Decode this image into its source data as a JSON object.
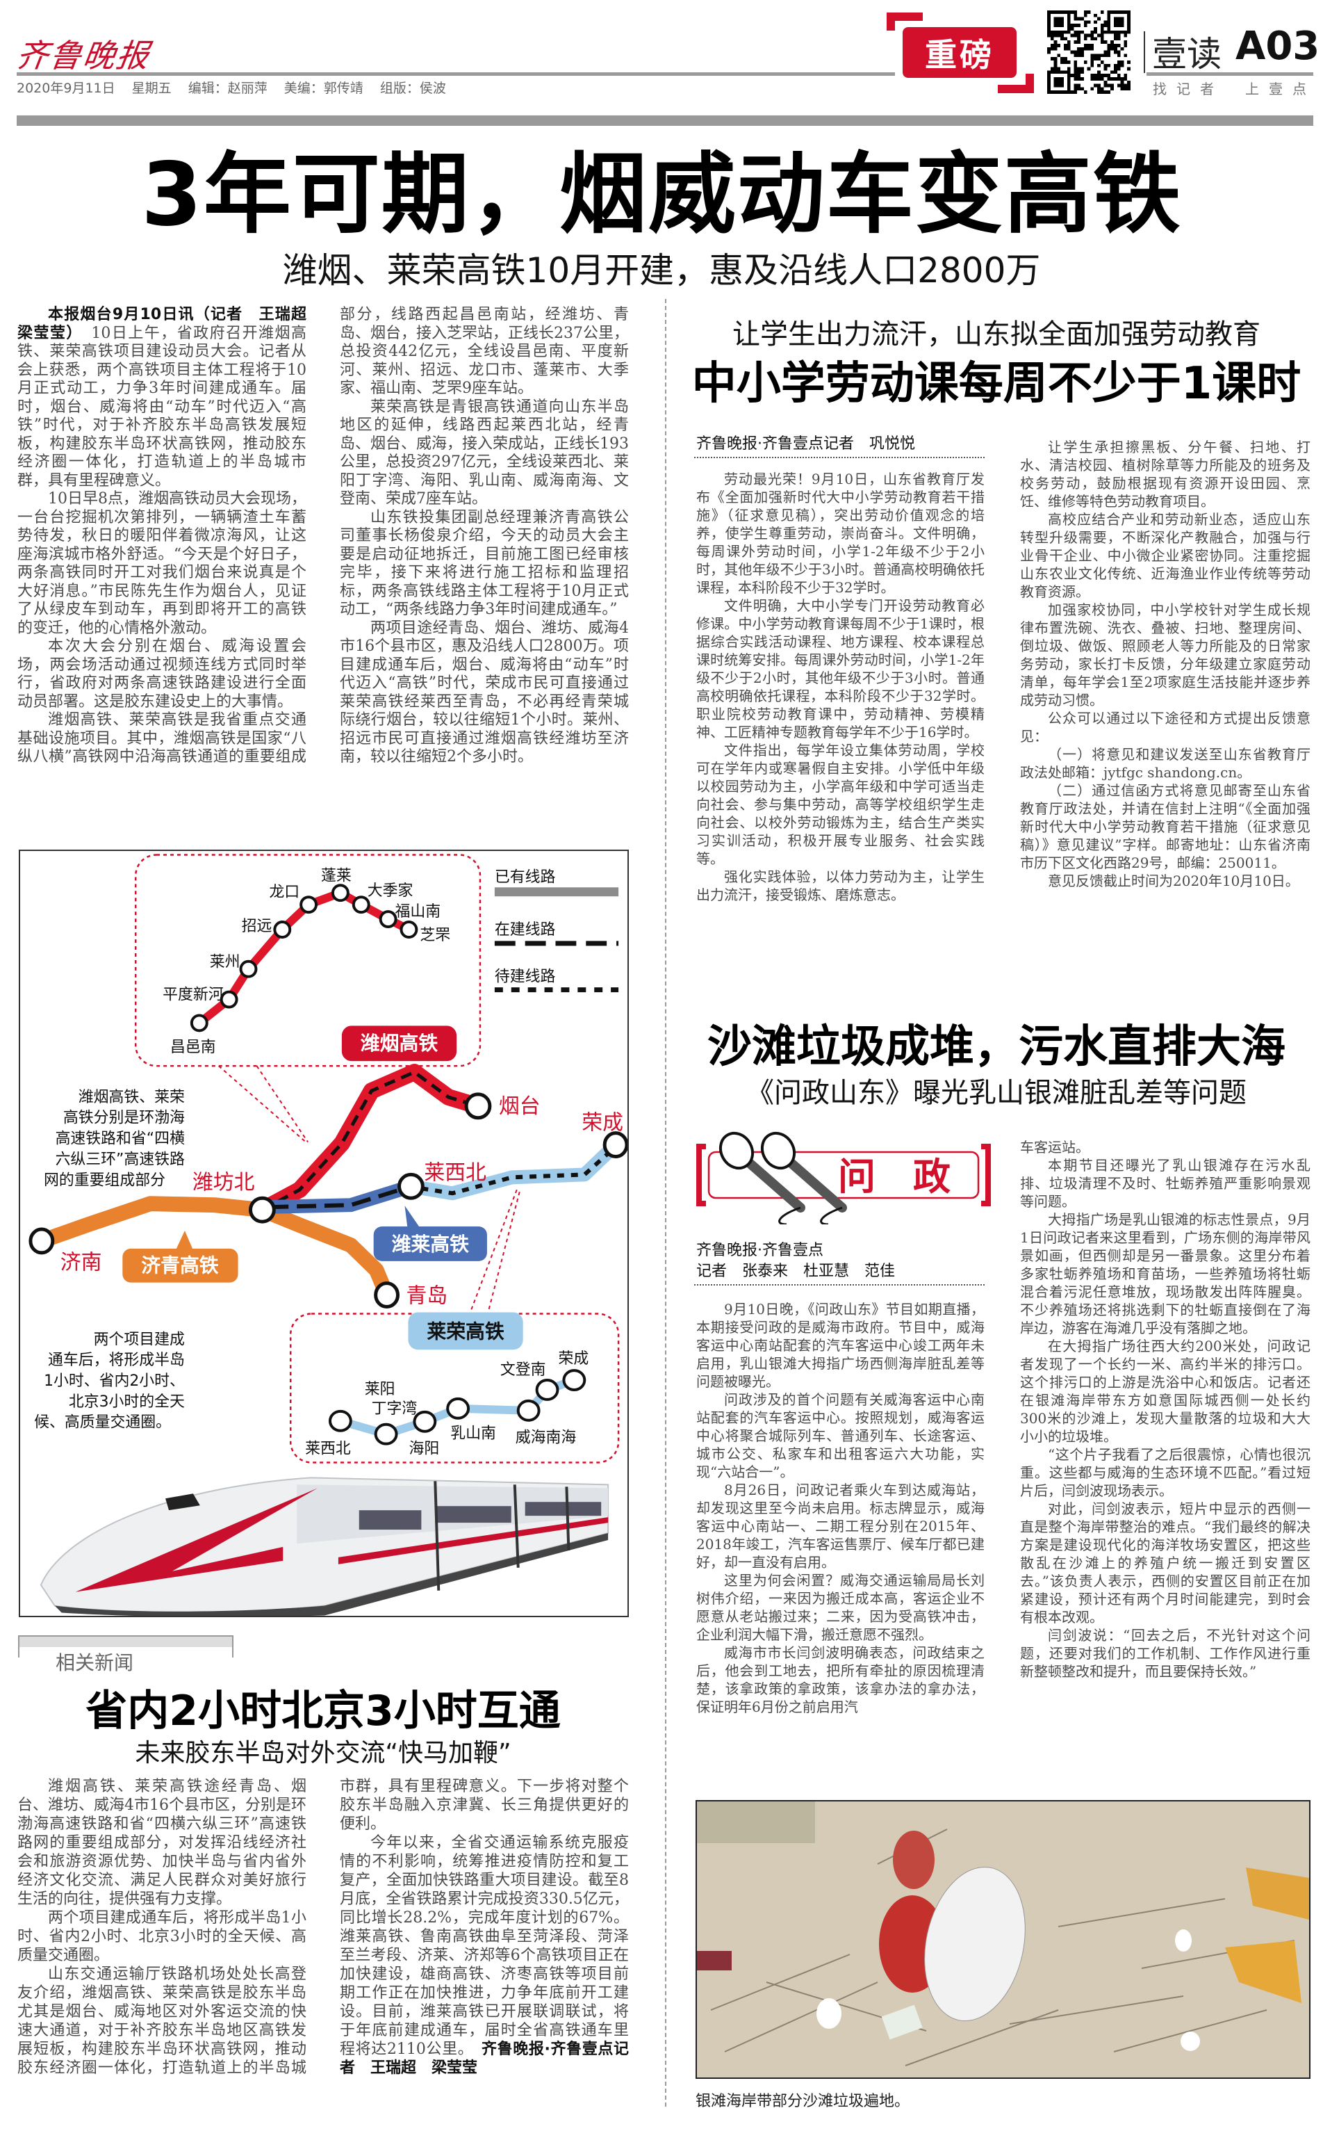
{
  "masthead": {
    "logo": "齐鲁晚报",
    "date": "2020年9月11日",
    "weekday": "星期五",
    "editor": "编辑：赵丽萍",
    "designer": "美编：郭传靖",
    "layout": "组版：侯波",
    "section_tag": "重磅",
    "section_name": "壹读",
    "page_no": "A03",
    "slogan_left": "找记者",
    "slogan_right": "上壹点"
  },
  "lead": {
    "headline": "3年可期，烟威动车变高铁",
    "subheadline": "潍烟、莱荣高铁10月开建，惠及沿线人口2800万",
    "dateline": "本报烟台9月10日讯（记者　王瑞超　梁莹莹）",
    "paragraphs": [
      "10日上午，省政府召开潍烟高铁、莱荣高铁项目建设动员大会。记者从会上获悉，两个高铁项目主体工程将于10月正式动工，力争3年时间建成通车。届时，烟台、威海将由“动车”时代迈入“高铁”时代，对于补齐胶东半岛高铁发展短板，构建胶东半岛环状高铁网，推动胶东经济圈一体化，打造轨道上的半岛城市群，具有里程碑意义。",
      "10日早8点，潍烟高铁动员大会现场，一台台挖掘机次第排列，一辆辆渣土车蓄势待发，秋日的暖阳伴着微凉海风，让这座海滨城市格外舒适。“今天是个好日子，两条高铁同时开工对我们烟台来说真是个大好消息。”市民陈先生作为烟台人，见证了从绿皮车到动车，再到即将开工的高铁的变迁，他的心情格外激动。",
      "本次大会分别在烟台、威海设置会场，两会场活动通过视频连线方式同时举行，省政府对两条高速铁路建设进行全面动员部署。这是胶东建设史上的大事情。",
      "潍烟高铁、莱荣高铁是我省重点交通基础设施项目。其中，潍烟高铁是国家“八纵八横”高铁网中沿海高铁通道的重要组成部分，线路西起昌邑南站，经潍坊、青岛、烟台，接入芝罘站，正线长237公里，总投资442亿元，全线设昌邑南、平度新河、莱州、招远、龙口市、蓬莱市、大季家、福山南、芝罘9座车站。",
      "莱荣高铁是青银高铁通道向山东半岛地区的延伸，线路西起莱西北站，经青岛、烟台、威海，接入荣成站，正线长193公里，总投资297亿元，全线设莱西北、莱阳丁字湾、海阳、乳山南、威海南海、文登南、荣成7座车站。",
      "山东铁投集团副总经理兼济青高铁公司董事长杨俊泉介绍，今天的动员大会主要是启动征地拆迁，目前施工图已经审核完毕，接下来将进行施工招标和监理招标，两条高铁线路主体工程将于10月正式动工，“两条线路力争3年时间建成通车。”",
      "两项目途经青岛、烟台、潍坊、威海4市16个县市区，惠及沿线人口2800万。项目建成通车后，烟台、威海将由“动车”时代迈入“高铁”时代，荣成市民可直接通过莱荣高铁经莱西至青岛，不必再经青荣城际绕行烟台，较以往缩短1个小时。莱州、招远市民可直接通过潍烟高铁经潍坊至济南，较以往缩短2个多小时。"
    ]
  },
  "map": {
    "legend": {
      "existing": "已有线路",
      "building": "在建线路",
      "planned": "待建线路"
    },
    "weiyan_label": "潍烟高铁",
    "weiyan_stations": [
      "昌邑南",
      "平度新河",
      "莱州",
      "招远",
      "龙口",
      "蓬莱",
      "大季家",
      "福山南",
      "芝罘"
    ],
    "cities": {
      "weifang": "潍坊北",
      "jinan": "济南",
      "qingdao": "青岛",
      "yantai": "烟台",
      "laixi": "莱西北",
      "rongcheng": "荣成"
    },
    "jiqing_label": "济青高铁",
    "weilai_label": "潍莱高铁",
    "note1": [
      "潍烟高铁、莱荣",
      "高铁分别是环渤海",
      "高速铁路和省“四横",
      "六纵三环”高速铁路",
      "网的重要组成部分"
    ],
    "note2": [
      "两个项目建成",
      "通车后，将形成半岛",
      "1小时、省内2小时、",
      "北京3小时的全天",
      "候、高质量交通圈。"
    ],
    "lairong_label": "莱荣高铁",
    "lairong_stations": [
      "莱西北",
      "莱阳",
      "丁字湾",
      "海阳",
      "乳山南",
      "威海南海",
      "文登南",
      "荣成"
    ]
  },
  "related": {
    "tag": "相关新闻",
    "headline": "省内2小时北京3小时互通",
    "subheadline": "未来胶东半岛对外交流“快马加鞭”",
    "paragraphs": [
      "潍烟高铁、莱荣高铁途经青岛、烟台、潍坊、威海4市16个县市区，分别是环渤海高速铁路和省“四横六纵三环”高速铁路网的重要组成部分，对发挥沿线经济社会和旅游资源优势、加快半岛与省内省外经济文化交流、满足人民群众对美好旅行生活的向往，提供强有力支撑。",
      "两个项目建成通车后，将形成半岛1小时、省内2小时、北京3小时的全天候、高质量交通圈。",
      "山东交通运输厅铁路机场处处长高登友介绍，潍烟高铁、莱荣高铁是胶东半岛尤其是烟台、威海地区对外客运交流的快速大通道，对于补齐胶东半岛地区高铁发展短板，构建胶东半岛环状高铁网，推动胶东经济圈一体化，打造轨道上的半岛城市群，具有里程碑意义。下一步将对整个胶东半岛融入京津冀、长三角提供更好的便利。",
      "今年以来，全省交通运输系统克服疫情的不利影响，统筹推进疫情防控和复工复产，全面加快铁路重大项目建设。截至8月底，全省铁路累计完成投资330.5亿元，同比增长28.2%，完成年度计划的67%。潍莱高铁、鲁南高铁曲阜至菏泽段、菏泽至兰考段、济莱、济郑等6个高铁项目正在加快建设，雄商高铁、济枣高铁等项目前期工作正在加快推进，力争年底前开工建设。目前，潍莱高铁已开展联调联试，将于年底前建成通车，届时全省高铁通车里程将达2110公里。"
    ],
    "byline": "齐鲁晚报·齐鲁壹点记者　王瑞超　梁莹莹"
  },
  "labor": {
    "kicker": "让学生出力流汗，山东拟全面加强劳动教育",
    "headline": "中小学劳动课每周不少于1课时",
    "byline": "齐鲁晚报·齐鲁壹点记者　巩悦悦",
    "col1": [
      "劳动最光荣！9月10日，山东省教育厅发布《全面加强新时代大中小学劳动教育若干措施》（征求意见稿），突出劳动价值观念的培养，使学生尊重劳动，崇尚奋斗。文件明确，每周课外劳动时间，小学1-2年级不少于2小时，其他年级不少于3小时。普通高校明确依托课程，本科阶段不少于32学时。",
      "文件明确，大中小学专门开设劳动教育必修课。中小学劳动教育课每周不少于1课时，根据综合实践活动课程、地方课程、校本课程总课时统筹安排。每周课外劳动时间，小学1-2年级不少于2小时，其他年级不少于3小时。普通高校明确依托课程，本科阶段不少于32学时。职业院校劳动教育课中，劳动精神、劳模精神、工匠精神专题教育每学年不少于16学时。",
      "文件指出，每学年设立集体劳动周，学校可在学年内或寒暑假自主安排。小学低中年级以校园劳动为主，小学高年级和中学可适当走向社会、参与集中劳动，高等学校组织学生走向社会、以校外劳动锻炼为主，结合生产类实习实训活动，积极开展专业服务、社会实践等。",
      "强化实践体验，以体力劳动为主，让学生出力流汗，接受锻炼、磨炼意志。"
    ],
    "col2": [
      "让学生承担擦黑板、分午餐、扫地、打水、清洁校园、植树除草等力所能及的班务及校务劳动，鼓励根据现有资源开设田园、烹饪、维修等特色劳动教育项目。",
      "高校应结合产业和劳动新业态，适应山东转型升级需要，不断深化产教融合，加强与行业骨干企业、中小微企业紧密协同。注重挖掘山东农业文化传统、近海渔业作业传统等劳动教育资源。",
      "加强家校协同，中小学校针对学生成长规律布置洗碗、洗衣、叠被、扫地、整理房间、倒垃圾、做饭、照顾老人等力所能及的日常家务劳动，家长打卡反馈，分年级建立家庭劳动清单，每年学会1至2项家庭生活技能并逐步养成劳动习惯。",
      "公众可以通过以下途径和方式提出反馈意见：",
      "（一）将意见和建议发送至山东省教育厅政法处邮箱：jytfgc shandong.cn。",
      "（二）通过信函方式将意见邮寄至山东省教育厅政法处，并请在信封上注明“《全面加强新时代大中小学劳动教育若干措施（征求意见稿）》意见建议”字样。邮寄地址：山东省济南市历下区文化西路29号，邮编：250011。",
      "意见反馈截止时间为2020年10月10日。"
    ]
  },
  "beach": {
    "headline": "沙滩垃圾成堆，污水直排大海",
    "subheadline": "《问政山东》曝光乳山银滩脏乱差等问题",
    "logo_text": "问　政",
    "byline_line1": "齐鲁晚报·齐鲁壹点",
    "byline_line2": "记者　张泰来　杜亚慧　范佳",
    "col1": [
      "9月10日晚，《问政山东》节目如期直播，本期接受问政的是威海市政府。节目中，威海客运中心南站配套的汽车客运中心竣工两年未启用，乳山银滩大拇指广场西侧海岸脏乱差等问题被曝光。",
      "问政涉及的首个问题有关威海客运中心南站配套的汽车客运中心。按照规划，威海客运中心将聚合城际列车、普通列车、长途客运、城市公交、私家车和出租客运六大功能，实现“六站合一”。",
      "8月26日，问政记者乘火车到达威海站，却发现这里至今尚未启用。标志牌显示，威海客运中心南站一、二期工程分别在2015年、2018年竣工，汽车客运售票厅、候车厅都已建好，却一直没有启用。",
      "这里为何会闲置？威海交通运输局局长刘树伟介绍，一来因为搬迁成本高，客运企业不愿意从老站搬过来；二来，因为受高铁冲击，企业利润大幅下滑，搬迁意愿不强烈。",
      "威海市市长闫剑波明确表态，问政结束之后，他会到工地去，把所有牵扯的原因梳理清楚，该拿政策的拿政策，该拿办法的拿办法，保证明年6月份之前启用汽"
    ],
    "col2": [
      "车客运站。",
      "本期节目还曝光了乳山银滩存在污水乱排、垃圾清理不及时、牡蛎养殖严重影响景观等问题。",
      "大拇指广场是乳山银滩的标志性景点，9月1日问政记者来这里看到，广场东侧的海岸带风景如画，但西侧却是另一番景象。这里分布着多家牡蛎养殖场和育苗场，一些养殖场将牡蛎混合着污泥任意堆放，现场散发出阵阵腥臭。不少养殖场还将挑选剩下的牡蛎直接倒在了海岸边，游客在海滩几乎没有落脚之地。",
      "在大拇指广场往西大约200米处，问政记者发现了一个长约一米、高约半米的排污口。这个排污口的上游是洗浴中心和饭店。记者还在银滩海岸带东方如意国际城西侧一处长约300米的沙滩上，发现大量散落的垃圾和大大小小的垃圾堆。",
      "“这个片子我看了之后很震惊，心情也很沉重。这些都与威海的生态环境不匹配。”看过短片后，闫剑波现场表示。",
      "对此，闫剑波表示，短片中显示的西侧一直是整个海岸带整治的难点。“我们最终的解决方案是建设现代化的海洋牧场安置区，把这些散乱在沙滩上的养殖户统一搬迁到安置区去。”该负责人表示，西侧的安置区目前正在加紧建设，预计还有两个月时间能建完，到时会有根本改观。",
      "闫剑波说：“回去之后，不光针对这个问题，还要对我们的工作机制、工作作风进行重新整顿整改和提升，而且要保持长效。”"
    ],
    "photo_caption": "银滩海岸带部分沙滩垃圾遍地。"
  },
  "colors": {
    "brand_red": "#d3102b",
    "rule_gray": "#999999",
    "weiyan_red": "#e0162b",
    "jiqing_orange": "#e8822e",
    "weilai_blue": "#4a6fb5",
    "lairong_lightblue": "#9fcbea"
  }
}
